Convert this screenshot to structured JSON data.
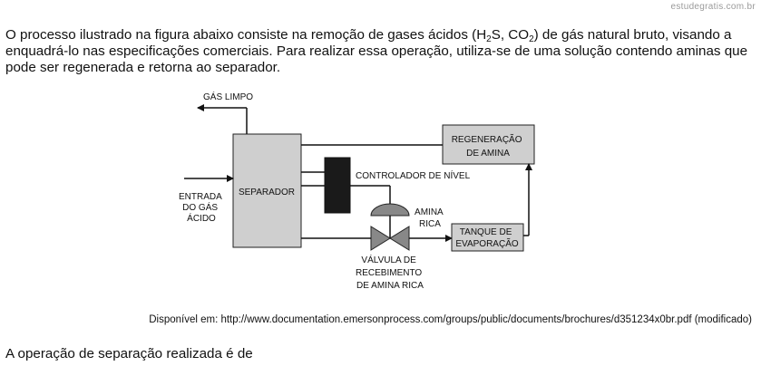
{
  "watermark": "estudegratis.com.br",
  "paragraph": {
    "line1_before_h2": "O processo ilustrado na figura abaixo consiste na remoção de gases ácidos (H",
    "sub_2a": "2",
    "line1_mid": "S, CO",
    "sub_2b": "2",
    "line1_after": ") de gás natural bruto, visando a",
    "line2": "enquadrá-lo nas especificações comerciais. Para realizar essa operação, utiliza-se de uma solução contendo aminas que",
    "line3": "pode ser regenerada e retorna ao separador."
  },
  "diagram": {
    "gas_limpo": "GÁS LIMPO",
    "separador": "SEPARADOR",
    "entrada_line1": "ENTRADA",
    "entrada_line2": "DO GÁS",
    "entrada_line3": "ÁCIDO",
    "regeneracao_line1": "REGENERAÇÃO",
    "regeneracao_line2": "DE AMINA",
    "controlador": "CONTROLADOR DE NÍVEL",
    "amina_line1": "AMINA",
    "amina_line2": "RICA",
    "tanque_line1": "Tanque de",
    "tanque_line2": "EVAPORAÇÃO",
    "valvula_line1": "VÁLVULA DE",
    "valvula_line2": "RECEBIMENTO",
    "valvula_line3": "DE AMINA RICA"
  },
  "source": "Disponível em: http://www.documentation.emersonprocess.com/groups/public/documents/brochures/d351234x0br.pdf (modificado)",
  "question": "A operação de separação realizada é de"
}
